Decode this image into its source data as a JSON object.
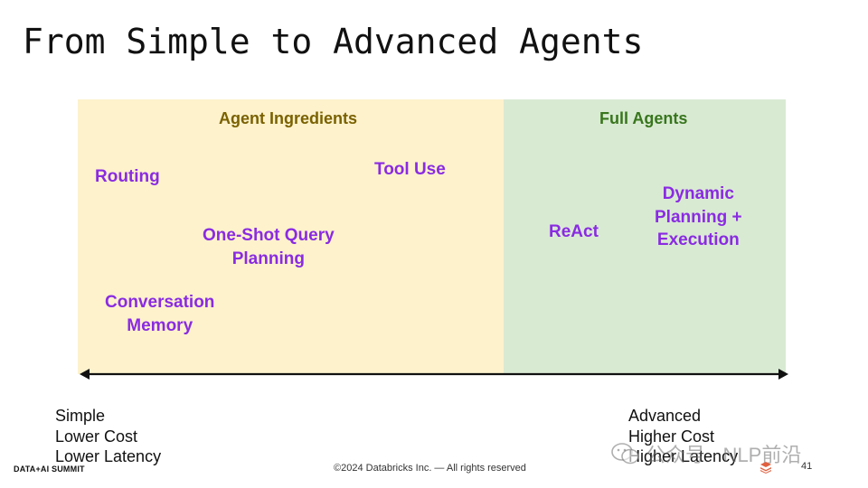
{
  "title": "From Simple to Advanced Agents",
  "panels": {
    "left_header": "Agent Ingredients",
    "right_header": "Full Agents"
  },
  "items": {
    "routing": [
      "Routing"
    ],
    "tool_use": [
      "Tool Use"
    ],
    "one_shot": [
      "One-Shot Query",
      "Planning"
    ],
    "conversation": [
      "Conversation",
      "Memory"
    ],
    "react": [
      "ReAct"
    ],
    "dynamic": [
      "Dynamic",
      "Planning +",
      "Execution"
    ]
  },
  "scale": {
    "left": [
      "Simple",
      "Lower Cost",
      "Lower Latency"
    ],
    "right": [
      "Advanced",
      "Higher Cost",
      "Higher Latency"
    ]
  },
  "footer": {
    "logo": "DATA+AI SUMMIT",
    "copyright": "©2024 Databricks Inc. — All rights reserved",
    "page_number": "41"
  },
  "watermark": "公众号 · NLP前沿",
  "colors": {
    "item_purple": "#8a2be2",
    "left_panel": "#fdf2cc",
    "right_panel": "#d9ead3",
    "left_header": "#7a6100",
    "right_header": "#38761d"
  }
}
